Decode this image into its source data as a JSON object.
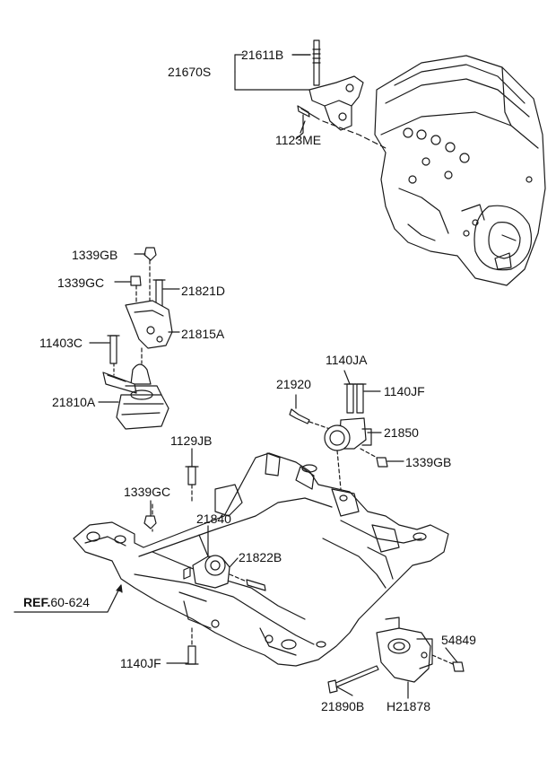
{
  "labels": {
    "p21611B": "21611B",
    "p21670S": "21670S",
    "p1123ME": "1123ME",
    "p1339GB_top": "1339GB",
    "p1339GC_top": "1339GC",
    "p21821D": "21821D",
    "p11403C": "11403C",
    "p21815A": "21815A",
    "p21810A": "21810A",
    "p1140JA": "1140JA",
    "p21920": "21920",
    "p1140JF_right": "1140JF",
    "p21850": "21850",
    "p1339GB_right": "1339GB",
    "p1129JB": "1129JB",
    "p1339GC_mid": "1339GC",
    "p21840": "21840",
    "p21822B": "21822B",
    "p1140JF_bottom": "1140JF",
    "p54849": "54849",
    "p21890B": "21890B",
    "pH21878": "H21878"
  },
  "reference": {
    "prefix": "REF.",
    "code": "60-624"
  },
  "colors": {
    "line": "#1a1a1a",
    "fill": "#ffffff"
  }
}
